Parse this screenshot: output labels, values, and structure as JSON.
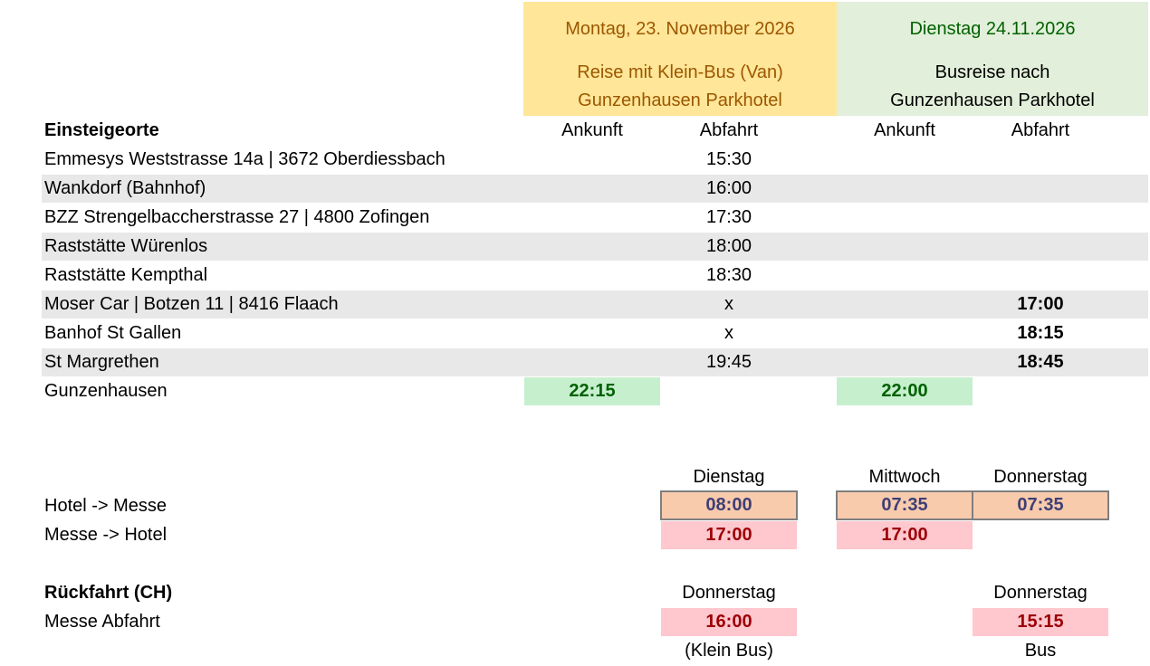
{
  "header": {
    "day1_title": "Montag, 23. November 2026",
    "day1_line1": "Reise mit Klein-Bus (Van)",
    "day1_line2": "Gunzenhausen Parkhotel",
    "day2_title": "Dienstag 24.11.2026",
    "day2_line1": "Busreise nach",
    "day2_line2": "Gunzenhausen Parkhotel"
  },
  "colors": {
    "yellow_header": "#ffe699",
    "green_header": "#e2efda",
    "stripe": "#e8e8e8",
    "good_green": "#c6efce",
    "input_orange": "#f8cbad",
    "bad_pink": "#ffc7ce"
  },
  "table": {
    "heading": "Einsteigeorte",
    "col_ankunft": "Ankunft",
    "col_abfahrt": "Abfahrt",
    "rows": [
      {
        "place": "Emmesys Weststrasse 14a | 3672 Oberdiessbach",
        "d1_abfahrt": "15:30",
        "d2_abfahrt": ""
      },
      {
        "place": "Wankdorf (Bahnhof)",
        "d1_abfahrt": "16:00",
        "d2_abfahrt": ""
      },
      {
        "place": "BZZ Strengelbaccherstrasse 27 | 4800 Zofingen",
        "d1_abfahrt": "17:30",
        "d2_abfahrt": ""
      },
      {
        "place": "Raststätte Würenlos",
        "d1_abfahrt": "18:00",
        "d2_abfahrt": ""
      },
      {
        "place": "Raststätte Kempthal",
        "d1_abfahrt": "18:30",
        "d2_abfahrt": ""
      },
      {
        "place": "Moser Car | Botzen 11 | 8416 Flaach",
        "d1_abfahrt": "x",
        "d2_abfahrt": "17:00"
      },
      {
        "place": "Banhof St Gallen",
        "d1_abfahrt": "x",
        "d2_abfahrt": "18:15"
      },
      {
        "place": "St Margrethen",
        "d1_abfahrt": "19:45",
        "d2_abfahrt": "18:45"
      }
    ],
    "arrival": {
      "place": "Gunzenhausen",
      "d1_ankunft": "22:15",
      "d2_ankunft": "22:00"
    }
  },
  "shuttle": {
    "day_dienstag": "Dienstag",
    "day_mittwoch": "Mittwoch",
    "day_donnerstag": "Donnerstag",
    "hotel_messe_label": "Hotel -> Messe",
    "hotel_messe_dienstag": "08:00",
    "hotel_messe_mittwoch": "07:35",
    "hotel_messe_donnerstag": "07:35",
    "messe_hotel_label": "Messe -> Hotel",
    "messe_hotel_dienstag": "17:00",
    "messe_hotel_mittwoch": "17:00"
  },
  "return": {
    "heading": "Rückfahrt (CH)",
    "label": "Messe Abfahrt",
    "day_left": "Donnerstag",
    "day_right": "Donnerstag",
    "time_left": "16:00",
    "time_right": "15:15",
    "note_left": "(Klein Bus)",
    "note_right": "Bus"
  }
}
